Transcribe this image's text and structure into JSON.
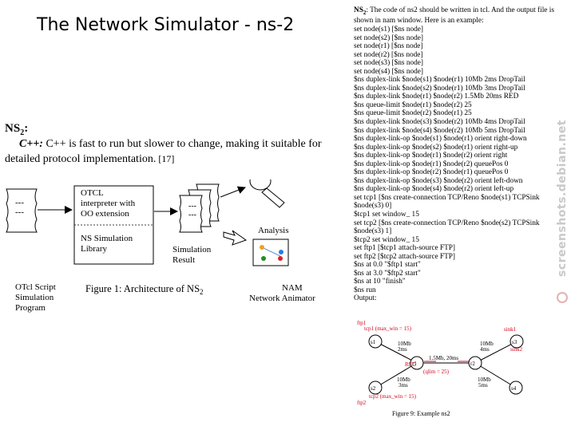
{
  "slide": {
    "title": "The Network Simulator - ns-2"
  },
  "left": {
    "heading_main": "NS",
    "heading_sub": "2",
    "heading_colon": ":",
    "cpp_lead": "C++:",
    "cpp_text": " C++ is fast to run but slower to change, making it suitable for detailed protocol implementation.",
    "cpp_cite": " [17]"
  },
  "figure1": {
    "otcl_box_line1": "OTCL",
    "otcl_box_line2": "interpreter   with",
    "otcl_box_line3": "OO extension",
    "ns_lib_line1": "NS    Simulation",
    "ns_lib_line2": "Library",
    "script_dashes": "---",
    "sim_result_line1": "Simulation",
    "sim_result_line2": "Result",
    "analysis_label": "Analysis",
    "otcl_script_line1": "OTcl Script",
    "otcl_script_line2": "Simulation",
    "otcl_script_line3": "Program",
    "caption_main": "Figure 1: Architecture of NS",
    "caption_sub": "2",
    "nam_line1": "NAM",
    "nam_line2": "Network Animator"
  },
  "right": {
    "intro_bold": "NS",
    "intro_sub": "2",
    "intro_rest": ":  The code of ns2 should be written in tcl. And the output file is shown in nam window. Here is an example:",
    "code_lines": [
      "set node(s1) [$ns node]",
      "set node(s2) [$ns node]",
      "set node(r1) [$ns node]",
      "set node(r2) [$ns node]",
      "set node(s3) [$ns node]",
      "set node(s4) [$ns node]",
      "$ns duplex-link $node(s1) $node(r1) 10Mb 2ms DropTail",
      "$ns duplex-link $node(s2) $node(r1) 10Mb 3ms DropTail",
      "$ns duplex-link $node(r1) $node(r2) 1.5Mb 20ms RED",
      "$ns queue-limit $node(r1) $node(r2) 25",
      "$ns queue-limit $node(r2) $node(r1) 25",
      "$ns duplex-link $node(s3) $node(r2) 10Mb 4ms DropTail",
      "$ns duplex-link $node(s4) $node(r2) 10Mb 5ms DropTail",
      "$ns duplex-link-op $node(s1) $node(r1) orient right-down",
      "$ns duplex-link-op $node(s2) $node(r1) orient right-up",
      "$ns duplex-link-op $node(r1) $node(r2) orient right",
      "$ns duplex-link-op $node(r1) $node(r2) queuePos 0",
      "$ns duplex-link-op $node(r2) $node(r1) queuePos 0",
      "$ns duplex-link-op $node(s3) $node(r2) orient left-down",
      "$ns duplex-link-op $node(s4) $node(r2) orient left-up",
      "set tcp1 [$ns create-connection TCP/Reno $node(s1) TCPSink",
      "$node(s3) 0]",
      "$tcp1 set window_ 15",
      "set tcp2 [$ns create-connection TCP/Reno $node(s2) TCPSink",
      "$node(s3) 1]",
      "$tcp2 set window_ 15",
      "set ftp1 [$tcp1 attach-source FTP]",
      "set ftp2 [$tcp2 attach-source FTP]",
      "$ns at 0.0 \"$ftp1 start\"",
      "$ns at 3.0 \"$ftp2 start\"",
      "$ns at 10 \"finish\"",
      "$ns run",
      "Output:"
    ]
  },
  "figure9": {
    "ftp1": "ftp1",
    "tcp1": "tcp1 (max_win = 15)",
    "sink1": "sink1",
    "sink2": "sink2",
    "s1": "s1",
    "s2": "s2",
    "s3": "s3",
    "s4": "s4",
    "r1": "r1",
    "r2": "r2",
    "l_s1_bw": "10Mb",
    "l_s1_d": "2ms",
    "l_s3_bw": "10Mb",
    "l_s3_d": "4ms",
    "l_mid": "1.5Mb, 20ms",
    "l_red": "RED",
    "l_qlim": "(qlim = 25)",
    "l_s2_bw": "10Mb",
    "l_s2_d": "3ms",
    "l_s4_bw": "10Mb",
    "l_s4_d": "5ms",
    "tcp2": "tcp2 (max_win = 15)",
    "ftp2": "ftp2",
    "caption": "Figure 9: Example ns2",
    "accent_color": "#d0021b"
  },
  "watermark": {
    "text": "screenshots.debian.net"
  }
}
